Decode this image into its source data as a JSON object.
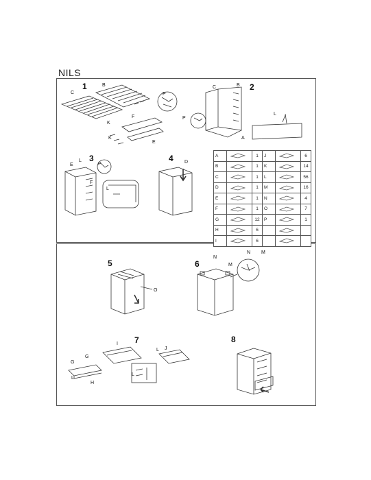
{
  "title": "NILS",
  "steps": [
    "1",
    "2",
    "3",
    "4",
    "5",
    "6",
    "7",
    "8"
  ],
  "labels": {
    "s1": [
      "C",
      "B",
      "P",
      "K",
      "F",
      "K",
      "E"
    ],
    "s2": [
      "C",
      "B",
      "P",
      "L",
      "A"
    ],
    "s3": [
      "E",
      "L",
      "P",
      "F",
      "L"
    ],
    "s4": [
      "D"
    ],
    "s5": [
      "O"
    ],
    "s6": [
      "N",
      "M",
      "N",
      "M"
    ],
    "s7": [
      "I",
      "L",
      "J",
      "G",
      "G",
      "L",
      "H",
      "L"
    ]
  },
  "parts": [
    {
      "left": "A",
      "left_qty": "1",
      "right": "J",
      "right_qty": "6"
    },
    {
      "left": "B",
      "left_qty": "1",
      "right": "K",
      "right_qty": "14"
    },
    {
      "left": "C",
      "left_qty": "1",
      "right": "L",
      "right_qty": "56"
    },
    {
      "left": "D",
      "left_qty": "1",
      "right": "M",
      "right_qty": "16"
    },
    {
      "left": "E",
      "left_qty": "1",
      "right": "N",
      "right_qty": "4"
    },
    {
      "left": "F",
      "left_qty": "1",
      "right": "O",
      "right_qty": "7"
    },
    {
      "left": "G",
      "left_qty": "12",
      "right": "P",
      "right_qty": "1"
    },
    {
      "left": "H",
      "left_qty": "6",
      "right": "",
      "right_qty": ""
    },
    {
      "left": "I",
      "left_qty": "6",
      "right": "",
      "right_qty": ""
    }
  ],
  "colors": {
    "line": "#333333",
    "border": "#555555",
    "shade": "#bbbbbb"
  }
}
